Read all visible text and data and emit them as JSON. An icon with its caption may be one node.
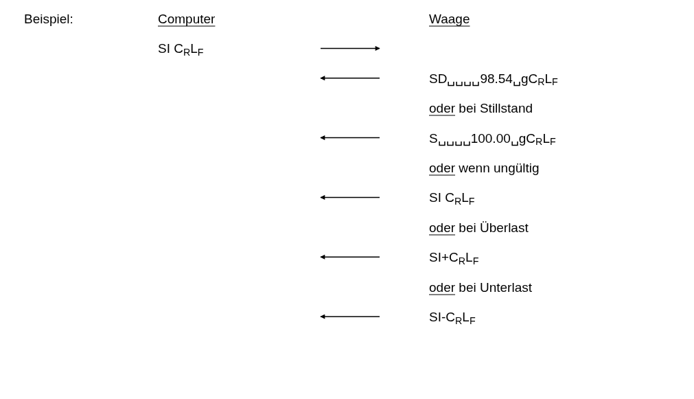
{
  "diagram": {
    "nodes": [
      {
        "text": [
          "SI C$_{R}$L$_{F}$"
        ]
      },
      {
        "text": [
          "SD␣␣␣␣98.54␣gC$_{R}$L$_{F}$"
        ]
      },
      {
        "text": [
          "S␣␣␣␣100.00␣gC$_{R}$L$_{F}$"
        ]
      },
      {
        "text": [
          "SI C$_{R}$L$_{F}$"
        ]
      },
      {
        "text": [
          "SI+C$_{R}$L$_{F}$"
        ]
      },
      {
        "text": [
          "SI-C$_{R}$L$_{F}$"
        ]
      }
    ],
    "labels": [
      "Beispiel:",
      "Computer",
      "Waage",
      "oder bei Stillstand",
      "oder wenn ungültig",
      "oder bei Überlast",
      "oder bei Unterlast"
    ]
  }
}
